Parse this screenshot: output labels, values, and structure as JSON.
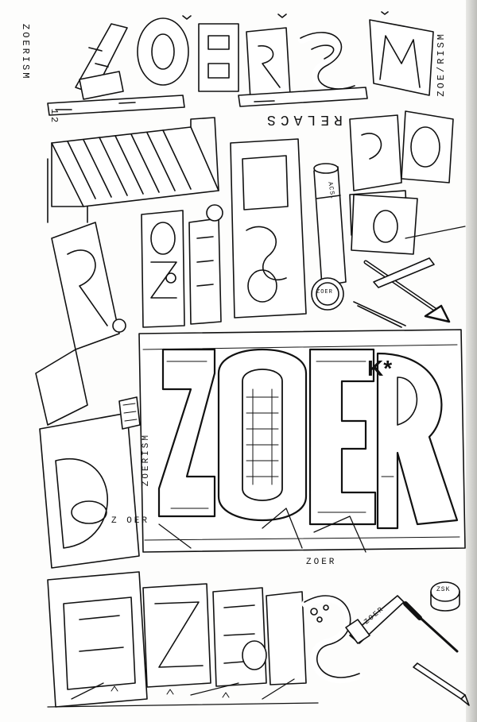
{
  "texts": {
    "left_vertical": "ZOERISM",
    "right_vertical": "ZOE/RISM",
    "page_number": "12",
    "relacs": "RELACS",
    "left_mid_vertical": "ZOERISM",
    "left_mid_small": "Z OER",
    "center_bottom": "ZOER",
    "k_star": "K*",
    "tape_label": "ZOER",
    "square_label": "ZOER",
    "tube_label": "ACS.",
    "can_label": "ZOER",
    "bolt_label": "ZSK"
  },
  "colors": {
    "ink": "#111111",
    "paper": "#fdfdfc"
  },
  "icons": {
    "triangle": "triangle-icon",
    "screwdriver": "screwdriver-icon",
    "pencil": "pencil-icon"
  }
}
